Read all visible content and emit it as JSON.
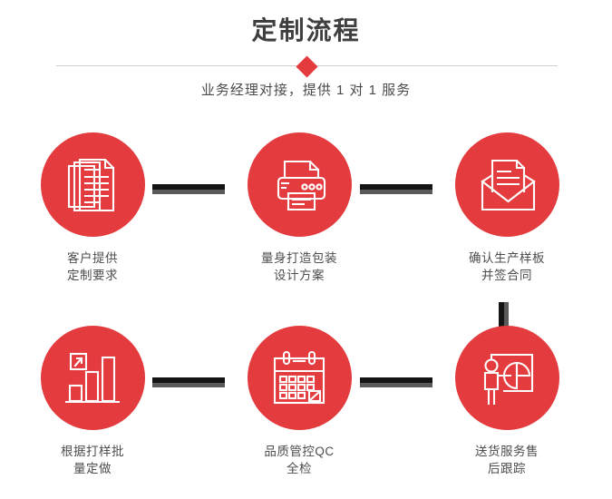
{
  "header": {
    "title": "定制流程",
    "subtitle": "业务经理对接，提供 1 对 1 服务",
    "divider_icon": "diamond-icon"
  },
  "theme": {
    "accent_red": "#e33b3e",
    "title_color": "#3f3f3f",
    "label_color": "#4d4d4d",
    "connector_dark": "#141414",
    "connector_light": "#595959",
    "divider_line": "#cfcfcf",
    "background": "#ffffff"
  },
  "flow": {
    "steps": [
      {
        "index": 1,
        "icon": "documents-stack-icon",
        "label": "客户提供\n定制要求"
      },
      {
        "index": 2,
        "icon": "printer-icon",
        "label": "量身打造包装\n设计方案"
      },
      {
        "index": 3,
        "icon": "envelope-letter-icon",
        "label": "确认生产样板\n并签合同"
      },
      {
        "index": 4,
        "icon": "bar-chart-growth-icon",
        "label": "根据打样批\n量定做"
      },
      {
        "index": 5,
        "icon": "calendar-check-icon",
        "label": "品质管控QC\n全检"
      },
      {
        "index": 6,
        "icon": "presenter-pie-chart-icon",
        "label": "送货服务售\n后跟踪"
      }
    ],
    "connectors": [
      {
        "name": "connector-step1-step2",
        "orientation": "horizontal"
      },
      {
        "name": "connector-step2-step3",
        "orientation": "horizontal"
      },
      {
        "name": "connector-step3-step6",
        "orientation": "vertical"
      },
      {
        "name": "connector-step4-step5",
        "orientation": "horizontal"
      },
      {
        "name": "connector-step5-step6",
        "orientation": "horizontal"
      }
    ]
  }
}
